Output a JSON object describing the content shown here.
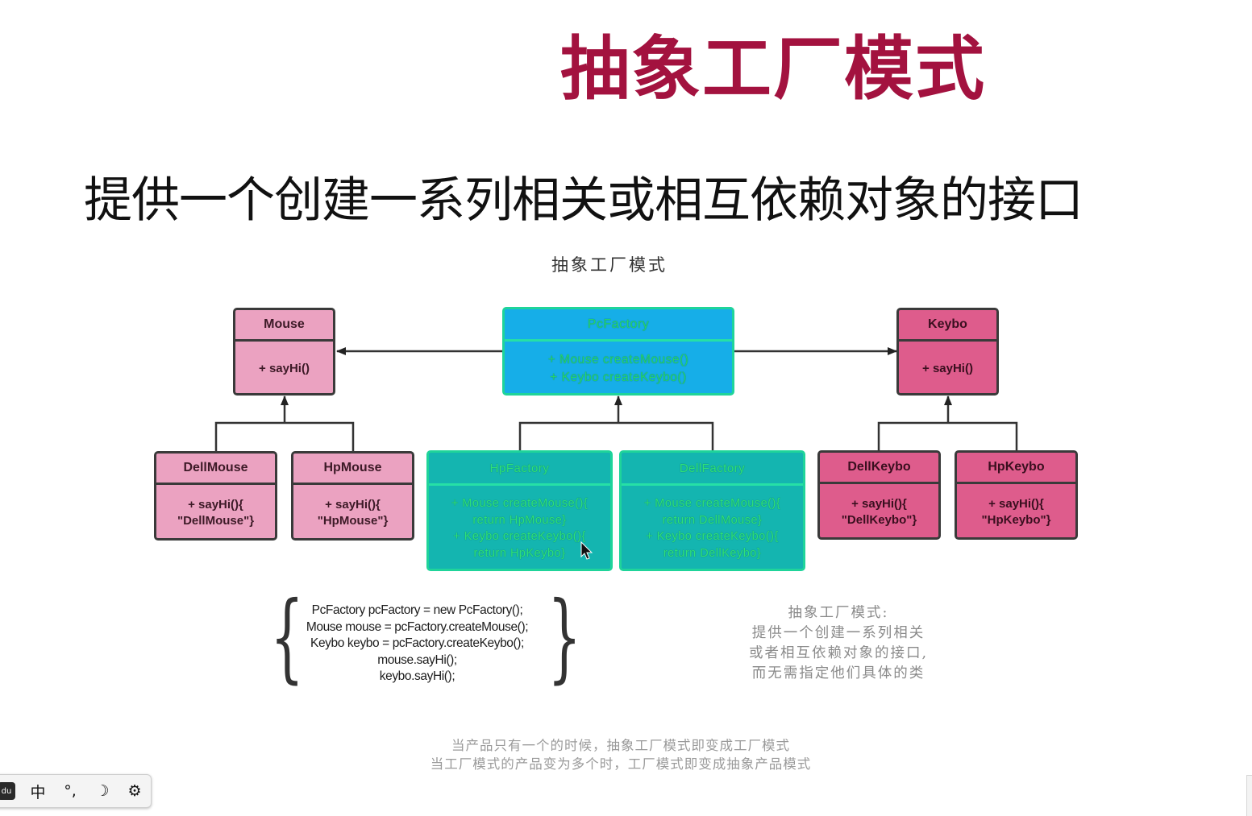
{
  "slide": {
    "title": "抽象工厂模式",
    "subtitle": "提供一个创建一系列相关或相互依赖对象的接口",
    "diagram_caption": "抽象工厂模式"
  },
  "colors": {
    "title": "#a3123f",
    "mouse_family": "#eba2c1",
    "keybo_family": "#de5c8c",
    "pc_factory": "#16aee8",
    "concrete_factories": "#14b5b0"
  },
  "diagram": {
    "mouse": {
      "name": "Mouse",
      "methods": [
        "+ sayHi()"
      ]
    },
    "pc_factory": {
      "name": "PcFactory",
      "methods": [
        "+ Mouse createMouse()",
        "+ Keybo createKeybo()"
      ]
    },
    "keybo": {
      "name": "Keybo",
      "methods": [
        "+ sayHi()"
      ]
    },
    "dell_mouse": {
      "name": "DellMouse",
      "methods": [
        "+ sayHi(){",
        "\"DellMouse\"}"
      ]
    },
    "hp_mouse": {
      "name": "HpMouse",
      "methods": [
        "+ sayHi(){",
        "\"HpMouse\"}"
      ]
    },
    "hp_factory": {
      "name": "HpFactory",
      "methods": [
        "+ Mouse createMouse(){",
        "return HpMouse}",
        "+ Keybo createKeybo(){",
        "return HpKeybo}"
      ]
    },
    "dell_factory": {
      "name": "DellFactory",
      "methods": [
        "+ Mouse createMouse(){",
        "return DellMouse}",
        "+ Keybo createKeybo(){",
        "return DellKeybo}"
      ]
    },
    "dell_keybo": {
      "name": "DellKeybo",
      "methods": [
        "+ sayHi(){",
        "\"DellKeybo\"}"
      ]
    },
    "hp_keybo": {
      "name": "HpKeybo",
      "methods": [
        "+ sayHi(){",
        "\"HpKeybo\"}"
      ]
    }
  },
  "code_sample": [
    "PcFactory pcFactory = new PcFactory();",
    "Mouse mouse = pcFactory.createMouse();",
    "Keybo keybo = pcFactory.createKeybo();",
    "mouse.sayHi();",
    "keybo.sayHi();"
  ],
  "side_note": [
    "抽象工厂模式:",
    "提供一个创建一系列相关",
    "或者相互依赖对象的接口,",
    "而无需指定他们具体的类"
  ],
  "bottom_note": [
    "当产品只有一个的时候，抽象工厂模式即变成工厂模式",
    "当工厂模式的产品变为多个时，工厂模式即变成抽象产品模式"
  ],
  "ime_toolbar": {
    "items": [
      {
        "icon": "ime-logo-icon",
        "glyph": "du"
      },
      {
        "icon": "chinese-mode-icon",
        "glyph": "中"
      },
      {
        "icon": "punctuation-icon",
        "glyph": "°,"
      },
      {
        "icon": "moon-icon",
        "glyph": "☽"
      },
      {
        "icon": "gear-icon",
        "glyph": "⚙"
      }
    ]
  }
}
